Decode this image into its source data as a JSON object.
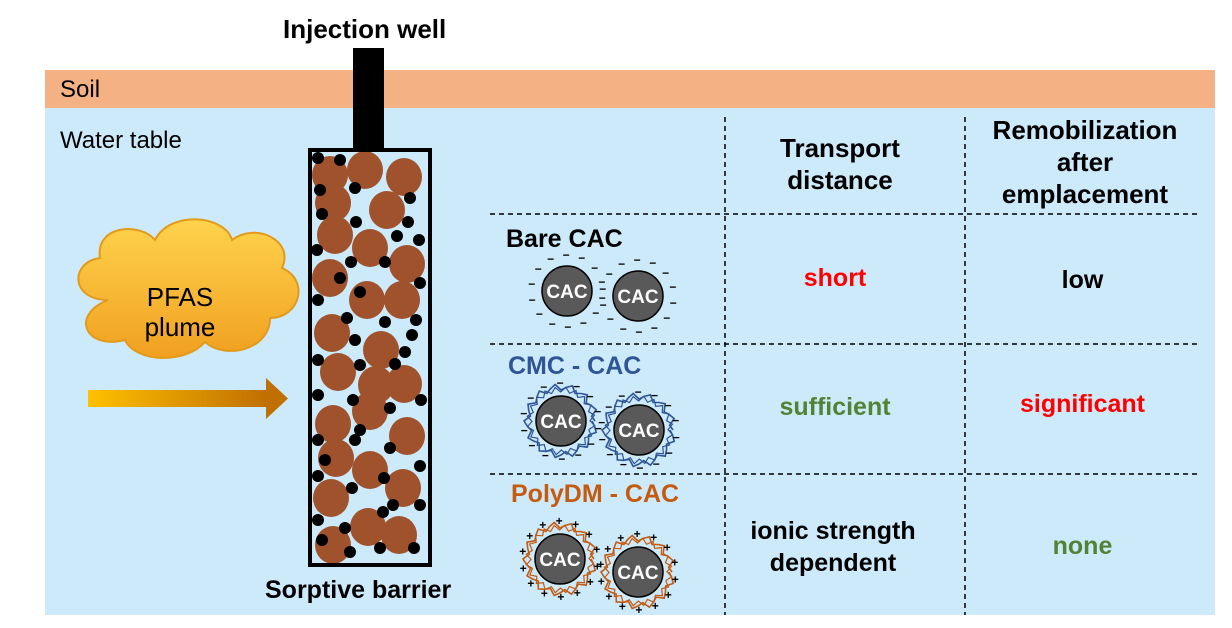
{
  "title_well": "Injection well",
  "layer_soil": "Soil",
  "layer_water": "Water table",
  "plume_label": "PFAS\nplume",
  "barrier_label": "Sorptive barrier",
  "particle_label": "CAC",
  "table": {
    "col_transport": "Transport\ndistance",
    "col_remob": "Remobilization\nafter\nemplacement",
    "rows": [
      {
        "name": "Bare CAC",
        "transport": "short",
        "remob": "low"
      },
      {
        "name": "CMC - CAC",
        "transport": "sufficient",
        "remob": "significant"
      },
      {
        "name": "PolyDM - CAC",
        "transport": "ionic strength\ndependent",
        "remob": "none"
      }
    ]
  },
  "colors": {
    "soil": "#f4b183",
    "water": "#cdeafa",
    "sand": "#a0522d",
    "red": "#ff0000",
    "green": "#548235",
    "blue": "#2f5597",
    "orange": "#c55a11",
    "cac": "#595959"
  }
}
